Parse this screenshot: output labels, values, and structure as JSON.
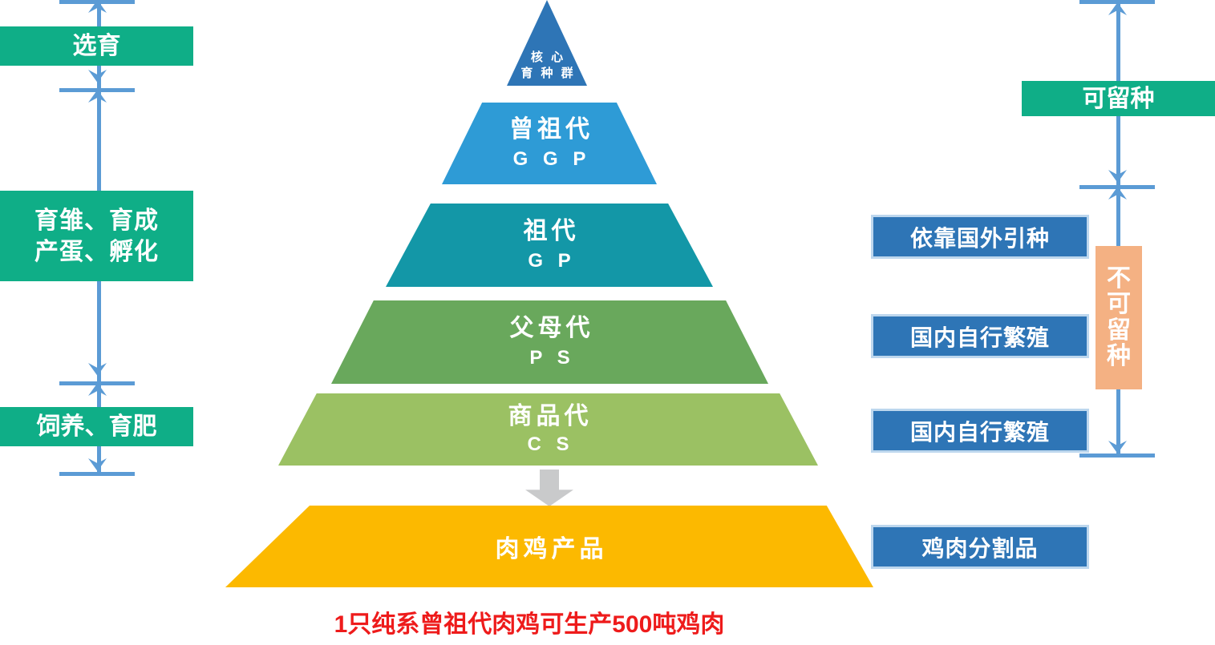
{
  "diagram": {
    "title_caption": "1只纯系曾祖代肉鸡可生产500吨鸡肉",
    "caption_color": "#EE1B1B"
  },
  "pyramid": {
    "apex": {
      "line1": "核 心",
      "line2": "育 种 群",
      "color": "#2E75B6"
    },
    "levels": [
      {
        "cn": "曾祖代",
        "en": "G G P",
        "color": "#2E9BD6"
      },
      {
        "cn": "祖代",
        "en": "G P",
        "color": "#1397A7"
      },
      {
        "cn": "父母代",
        "en": "P S",
        "color": "#69A85C"
      },
      {
        "cn": "商品代",
        "en": "C S",
        "color": "#9BC163"
      }
    ],
    "product": {
      "cn": "肉鸡产品",
      "color": "#FCB900"
    },
    "arrow_color": "#C9CACB"
  },
  "left_labels": {
    "color": "#0FAE87",
    "items": [
      {
        "text": "选育"
      },
      {
        "line1": "育雏、育成",
        "line2": "产蛋、孵化"
      },
      {
        "text": "饲养、育肥"
      }
    ]
  },
  "right_labels": {
    "retainable": {
      "text": "可留种",
      "color": "#0FAE87"
    },
    "non_retainable": {
      "chars": [
        "不",
        "可",
        "留",
        "种"
      ],
      "color": "#F4B183"
    },
    "blue_boxes": [
      {
        "text": "依靠国外引种"
      },
      {
        "text": "国内自行繁殖"
      },
      {
        "text": "国内自行繁殖"
      },
      {
        "text": "鸡肉分割品"
      }
    ],
    "blue_color": "#2E75B6",
    "blue_border_color": "#BDD7EE"
  },
  "connectors": {
    "color": "#5B9BD5"
  }
}
